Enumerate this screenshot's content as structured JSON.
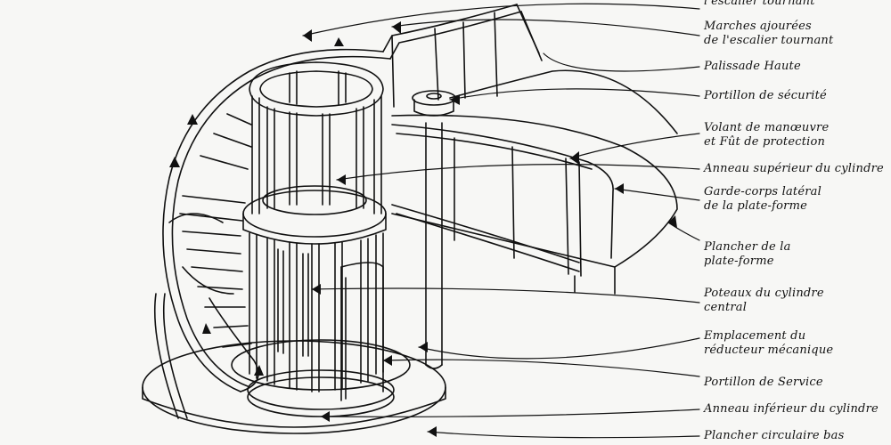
{
  "annotations": [
    {
      "id": "escalier",
      "text": "l'escalier tournant"
    },
    {
      "id": "marches",
      "text": "Marches ajourées\nde l'escalier tournant"
    },
    {
      "id": "palissade",
      "text": "Palissade Haute"
    },
    {
      "id": "portillon-securite",
      "text": "Portillon de sécurité"
    },
    {
      "id": "volant",
      "text": "Volant de manœuvre\net Fût de protection"
    },
    {
      "id": "anneau-superieur",
      "text": "Anneau supérieur du cylindre"
    },
    {
      "id": "garde-corps",
      "text": "Garde-corps latéral\nde la plate-forme"
    },
    {
      "id": "plancher-plateforme",
      "text": "Plancher de la\nplate-forme"
    },
    {
      "id": "poteaux",
      "text": "Poteaux du cylindre\ncentral"
    },
    {
      "id": "emplacement",
      "text": "Emplacement du\nréducteur mécanique"
    },
    {
      "id": "portillon-service",
      "text": "Portillon de Service"
    },
    {
      "id": "anneau-inferieur",
      "text": "Anneau inférieur du cylindre"
    },
    {
      "id": "plancher-circulaire",
      "text": "Plancher circulaire bas"
    }
  ],
  "colors": {
    "ink": "#111111",
    "paper": "#f7f7f5"
  }
}
